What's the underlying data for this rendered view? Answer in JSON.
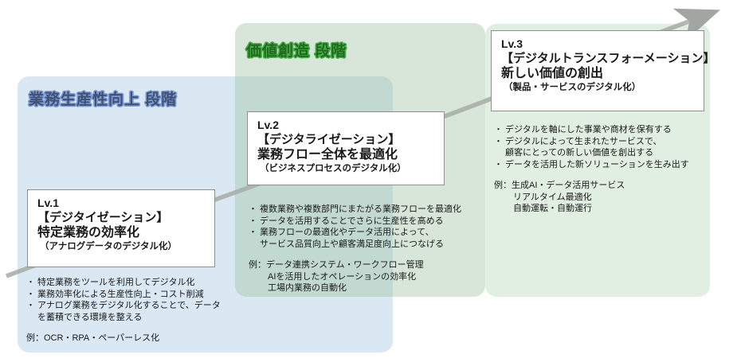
{
  "stage_labels": {
    "productivity": "業務生産性向上 段階",
    "value_creation": "価値創造 段階"
  },
  "levels": [
    {
      "level": "Lv.1",
      "name": "【デジタイゼーション】",
      "headline": "特定業務の効率化",
      "sub": "（アナログデータのデジタル化）",
      "bullets": [
        [
          "特定業務をツールを利用してデジタル化"
        ],
        [
          "業務効率化による生産性向上・コスト削減"
        ],
        [
          "アナログ業務をデジタル化することで、データ",
          "を蓄積できる環境を整える"
        ]
      ],
      "example_lines": [
        "例：OCR・RPA・ペーパーレス化"
      ]
    },
    {
      "level": "Lv.2",
      "name": "【デジタライゼーション】",
      "headline": "業務フロー全体を最適化",
      "sub": "（ビジネスプロセスのデジタル化）",
      "bullets": [
        [
          "複数業務や複数部門にまたがる業務フローを最適化"
        ],
        [
          "データを活用することでさらに生産性を高める"
        ],
        [
          "業務フローの最適化やデータ活用によって、",
          "サービス品質向上や顧客満足度向上につなげる"
        ]
      ],
      "example_lines": [
        "例：データ連携システム・ワークフロー管理",
        "AIを活用したオペレーションの効率化",
        "工場内業務の自動化"
      ]
    },
    {
      "level": "Lv.3",
      "name": "【デジタルトランスフォーメーション】",
      "headline": "新しい価値の創出",
      "sub": "（製品・サービスのデジタル化）",
      "bullets": [
        [
          "デジタルを軸にした事業や商材を保有する"
        ],
        [
          "デジタルによって生まれたサービスで、",
          "顧客にとっての新しい価値を創出する"
        ],
        [
          "データを活用した新ソリューションを生み出す"
        ]
      ],
      "example_lines": [
        "例：生成AI・データ活用サービス",
        "リアルタイム最適化",
        "自動運転・自動運行"
      ]
    }
  ],
  "colors": {
    "panel_blue": "rgba(170,203,227,0.45)",
    "panel_green_mid": "rgba(163,199,166,0.44)",
    "panel_green_right": "rgba(181,212,183,0.40)",
    "arrow": "#a6aba6",
    "box_border": "#8f8f8f",
    "text": "#1a1a1a",
    "label_blue_fill": "#41516f",
    "label_blue_outline": "#7b9ada",
    "label_green_fill": "#1e6b1e",
    "label_green_outline": "#49ab49"
  }
}
